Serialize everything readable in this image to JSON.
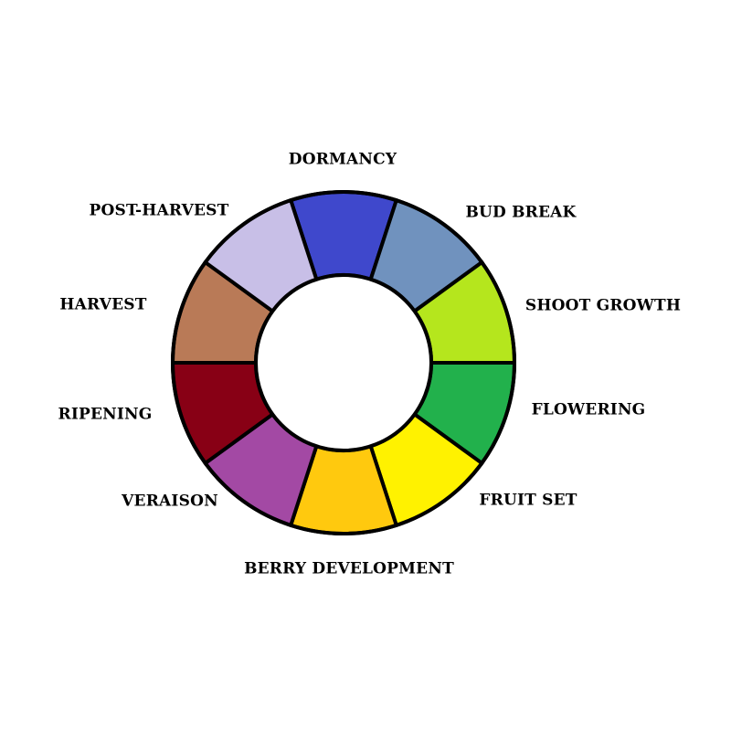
{
  "stages": [
    {
      "label": "DORMANCY",
      "color": "#3f48cc"
    },
    {
      "label": "BUD BREAK",
      "color": "#7092be"
    },
    {
      "label": "SHOOT GROWTH",
      "color": "#b5e61d"
    },
    {
      "label": "FLOWERING",
      "color": "#22b14c"
    },
    {
      "label": "FRUIT SET",
      "color": "#fff200"
    },
    {
      "label": "BERRY DEVELOPMENT",
      "color": "#ffc90e"
    },
    {
      "label": "VERAISON",
      "color": "#a349a4"
    },
    {
      "label": "RIPENING",
      "color": "#880015"
    },
    {
      "label": "HARVEST",
      "color": "#b97a57"
    },
    {
      "label": "POST-HARVEST",
      "color": "#c8bfe7"
    }
  ],
  "ring_outline_color": "#000000",
  "background_color": "#ffffff"
}
